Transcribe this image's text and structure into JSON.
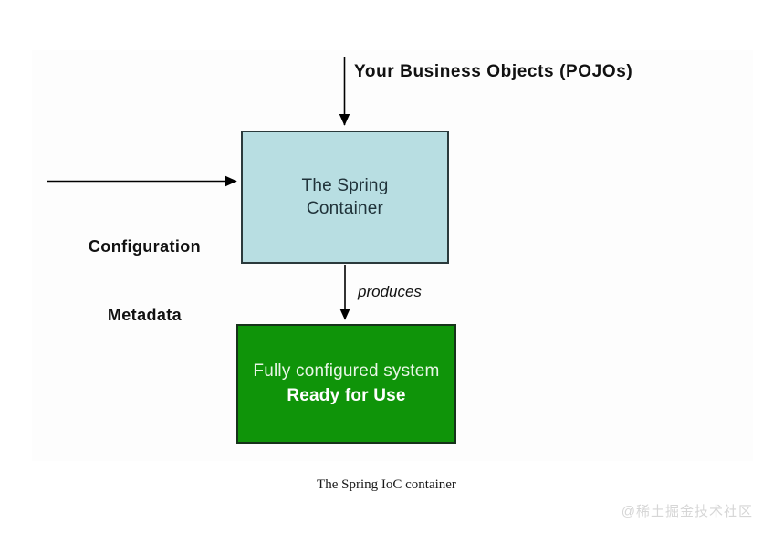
{
  "diagram": {
    "caption": "The Spring IoC container",
    "background_color": "#ffffff",
    "panel_color": "#fdfdfd",
    "inputs": {
      "top": {
        "label": "Your Business Objects (POJOs)",
        "arrow": "down-arrow-into-container"
      },
      "left": {
        "label_line1": "Configuration",
        "label_line2": "Metadata",
        "arrow": "right-arrow-into-container"
      }
    },
    "container": {
      "line1": "The Spring",
      "line2": "Container",
      "fill_color": "#b8dee2",
      "border_color": "#2b3a3c",
      "text_color": "#20333a"
    },
    "produces": {
      "label": "produces",
      "arrow": "down-arrow-into-output"
    },
    "output": {
      "line1": "Fully configured system",
      "line2": "Ready for Use",
      "fill_color": "#0f9409",
      "border_color": "#16331a",
      "text_color": "#ffffff"
    }
  },
  "watermark": {
    "text": "@稀土掘金技术社区",
    "color": "#d6d6d6"
  }
}
